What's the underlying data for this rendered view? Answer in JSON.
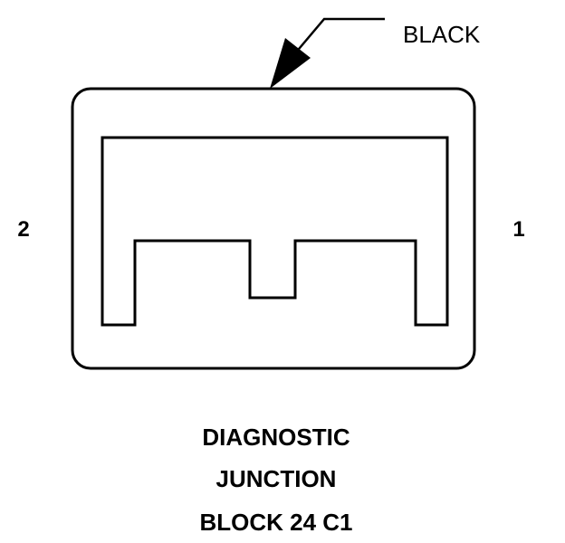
{
  "connector": {
    "color_label": "BLACK",
    "pins": [
      {
        "label": "2"
      },
      {
        "label": "1"
      }
    ]
  },
  "caption": {
    "lines": [
      "DIAGNOSTIC",
      "JUNCTION",
      "BLOCK 24 C1"
    ]
  }
}
